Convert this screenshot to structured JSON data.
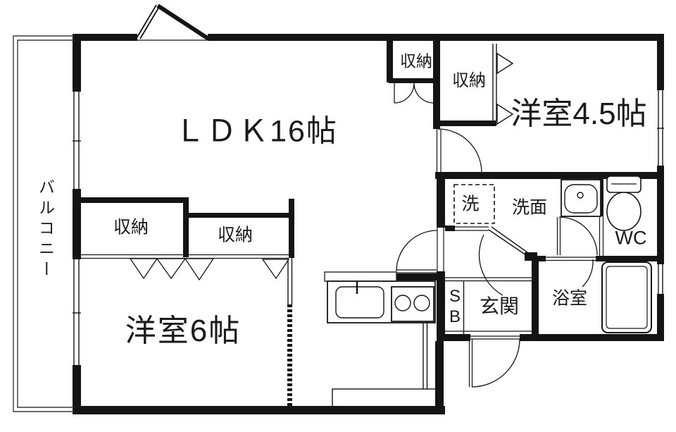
{
  "floorplan": {
    "rooms": {
      "ldk": "ＬＤＫ16帖",
      "western_room_45": "洋室4.5帖",
      "western_room_6": "洋室6帖",
      "balcony": "バルコニー",
      "entrance": "玄関",
      "bathroom": "浴室",
      "toilet": "WC",
      "washroom": "洗面",
      "laundry": "洗",
      "shoe_box_line1": "S",
      "shoe_box_line2": "B",
      "closet_upper_small": "収納",
      "closet_upper_tall": "収納",
      "closet_bedroom_left": "収納",
      "closet_bedroom_right": "収納"
    },
    "colors": {
      "line": "#141414",
      "background": "#ffffff"
    }
  }
}
